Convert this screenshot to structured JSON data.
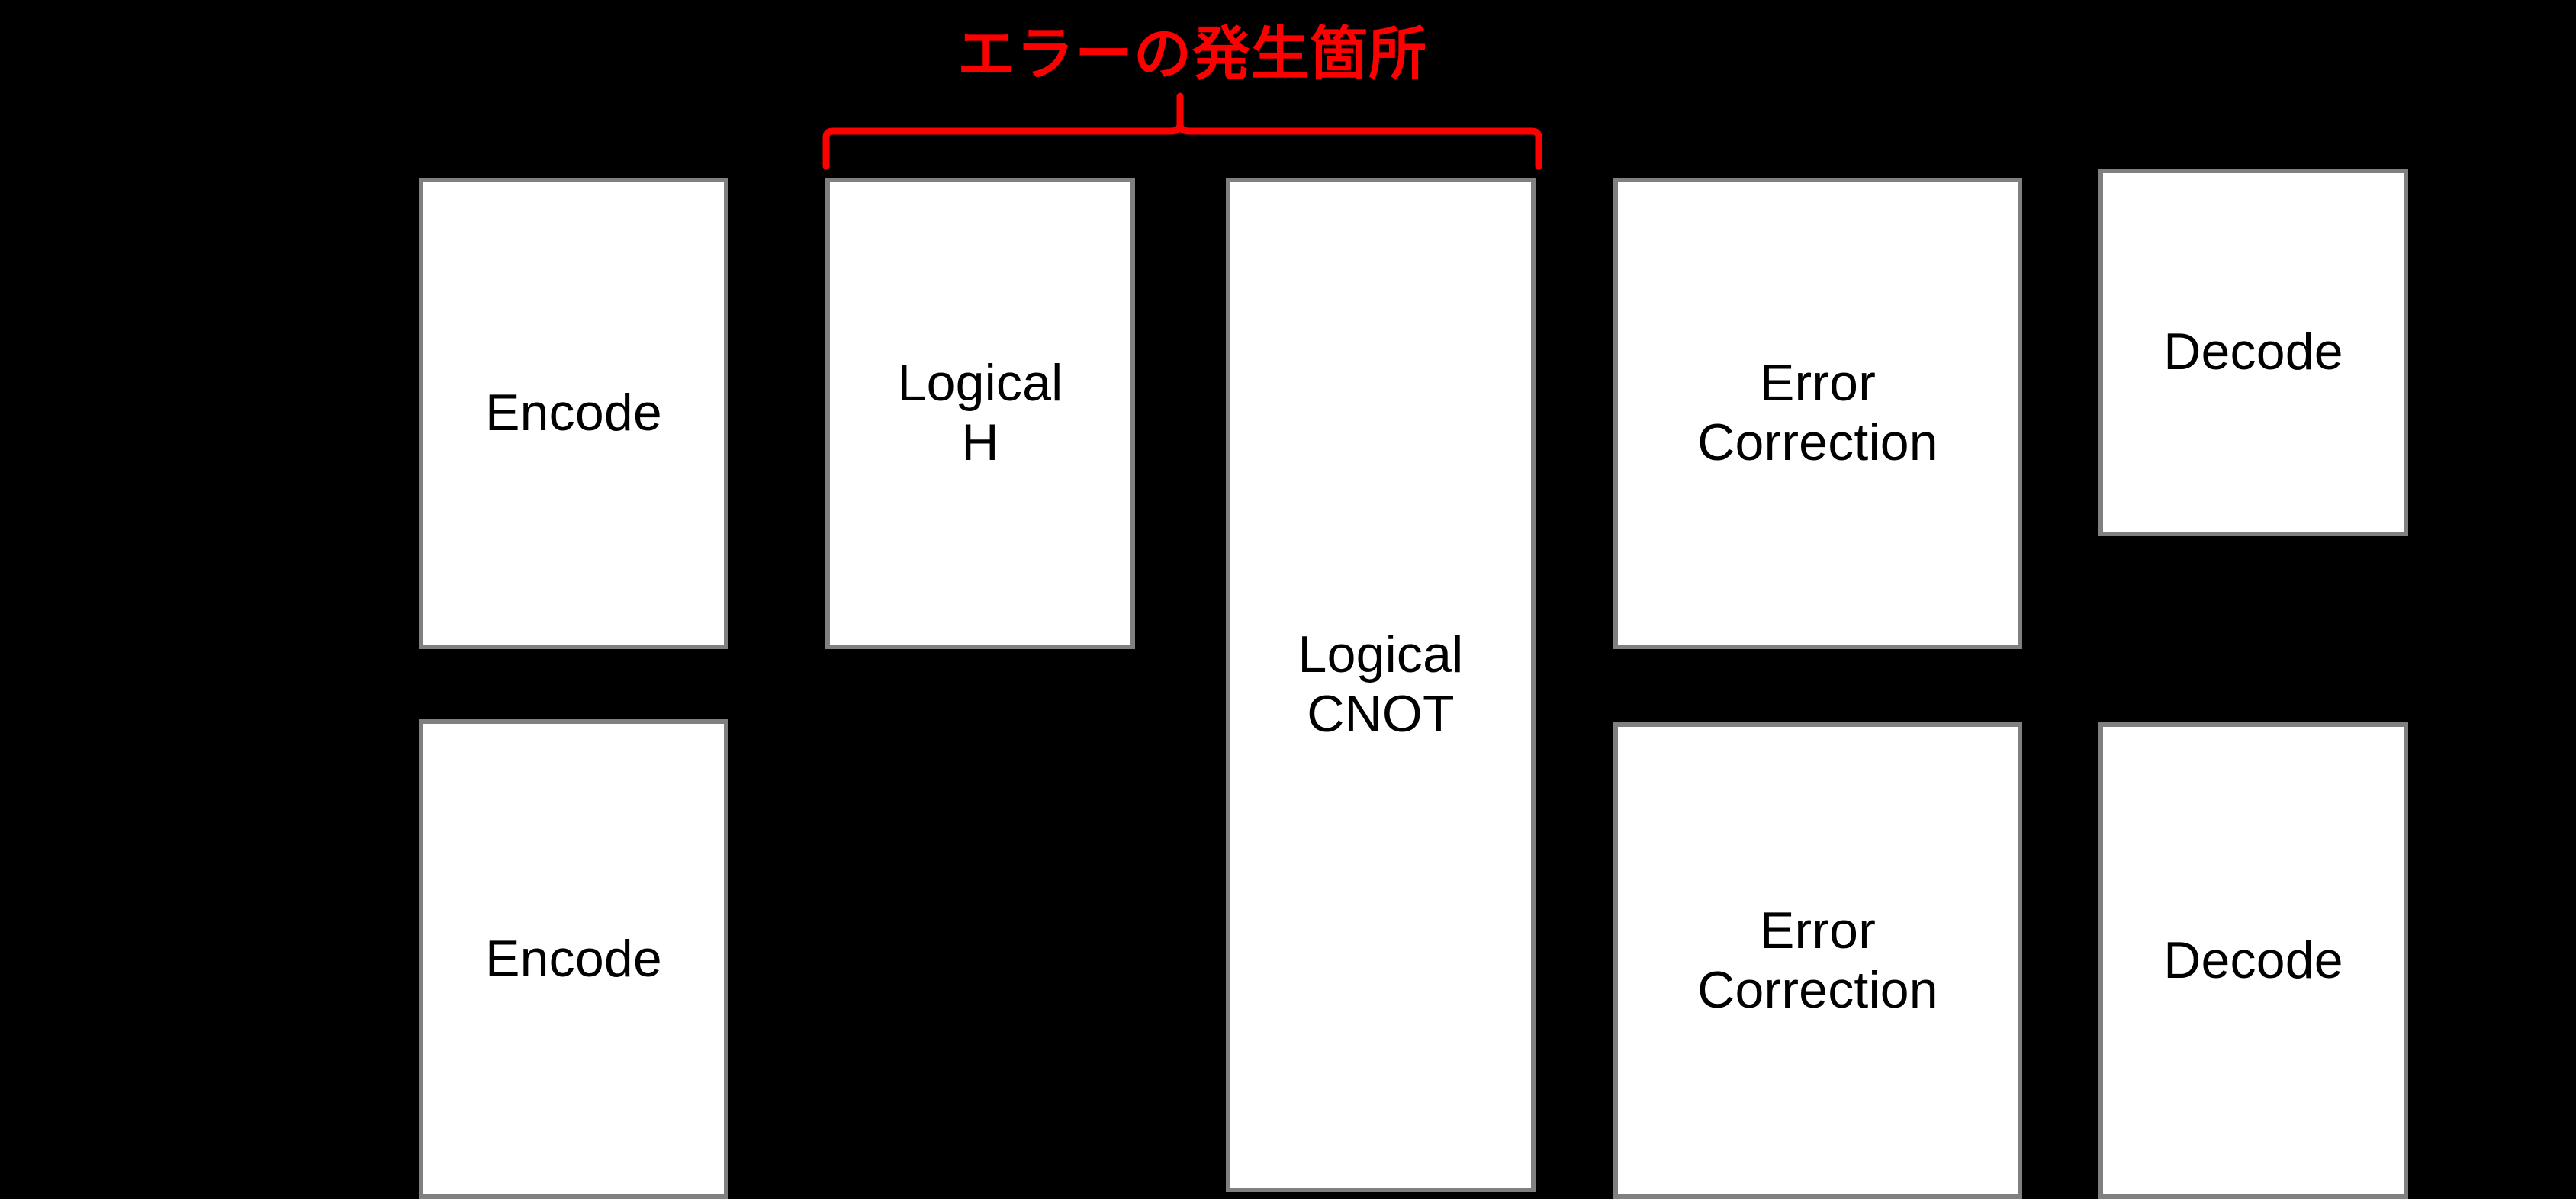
{
  "diagram": {
    "background_color": "#000000",
    "box_fill_color": "#ffffff",
    "box_border_color": "#808080",
    "annotation_color": "#ff0000",
    "text_color": "#000000",
    "annotation": {
      "label": "エラーの発生箇所",
      "brace_span_start_box": "logical-h",
      "brace_span_end_box": "logical-cnot"
    },
    "rows": [
      {
        "id": "row-qubit-1",
        "boxes": [
          {
            "id": "encode-top",
            "label": "Encode"
          },
          {
            "id": "logical-h",
            "label": "Logical\nH"
          },
          {
            "id": "logical-cnot",
            "label": "Logical\nCNOT"
          },
          {
            "id": "error-correction-top",
            "label": "Error\nCorrection"
          },
          {
            "id": "decode-top",
            "label": "Decode"
          }
        ]
      },
      {
        "id": "row-qubit-2",
        "boxes": [
          {
            "id": "encode-bottom",
            "label": "Encode"
          },
          {
            "id": "error-correction-bottom",
            "label": "Error\nCorrection"
          },
          {
            "id": "decode-bottom",
            "label": "Decode"
          }
        ]
      }
    ]
  }
}
